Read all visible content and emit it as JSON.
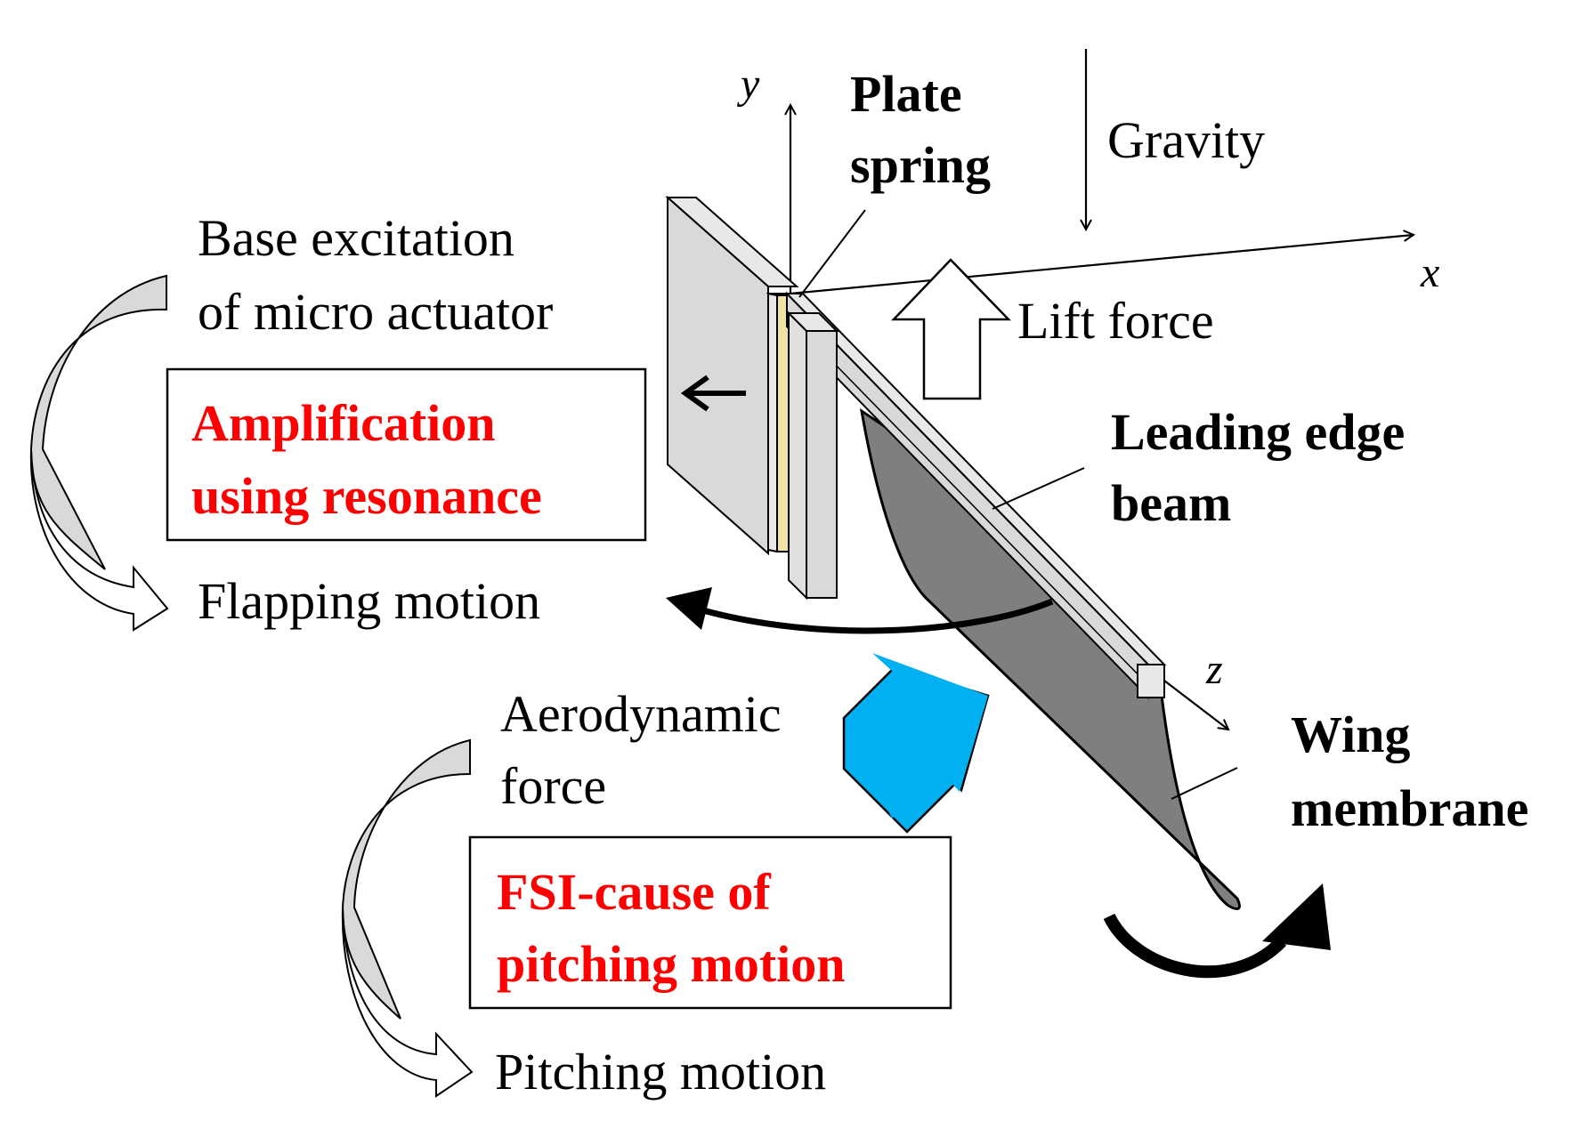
{
  "axes": {
    "x": "x",
    "y": "y",
    "z": "z"
  },
  "labels": {
    "plate_spring": [
      "Plate",
      "spring"
    ],
    "gravity": "Gravity",
    "lift_force": "Lift force",
    "base_excitation": [
      "Base excitation",
      "of micro actuator"
    ],
    "amplification": [
      "Amplification",
      "using resonance"
    ],
    "flapping_motion": "Flapping motion",
    "leading_edge_beam": [
      "Leading edge",
      "beam"
    ],
    "aerodynamic_force": [
      "Aerodynamic",
      "force"
    ],
    "wing_membrane": [
      "Wing",
      "membrane"
    ],
    "fsi": [
      "FSI-cause of",
      "pitching motion"
    ],
    "pitching_motion": "Pitching motion"
  },
  "colors": {
    "emphasis_text": "#ff0000",
    "aero_arrow": "#00b0f0",
    "plate_spring": "#f2e2a6",
    "membrane": "#7f7f7f",
    "base_plate": "#d9d9d9"
  }
}
